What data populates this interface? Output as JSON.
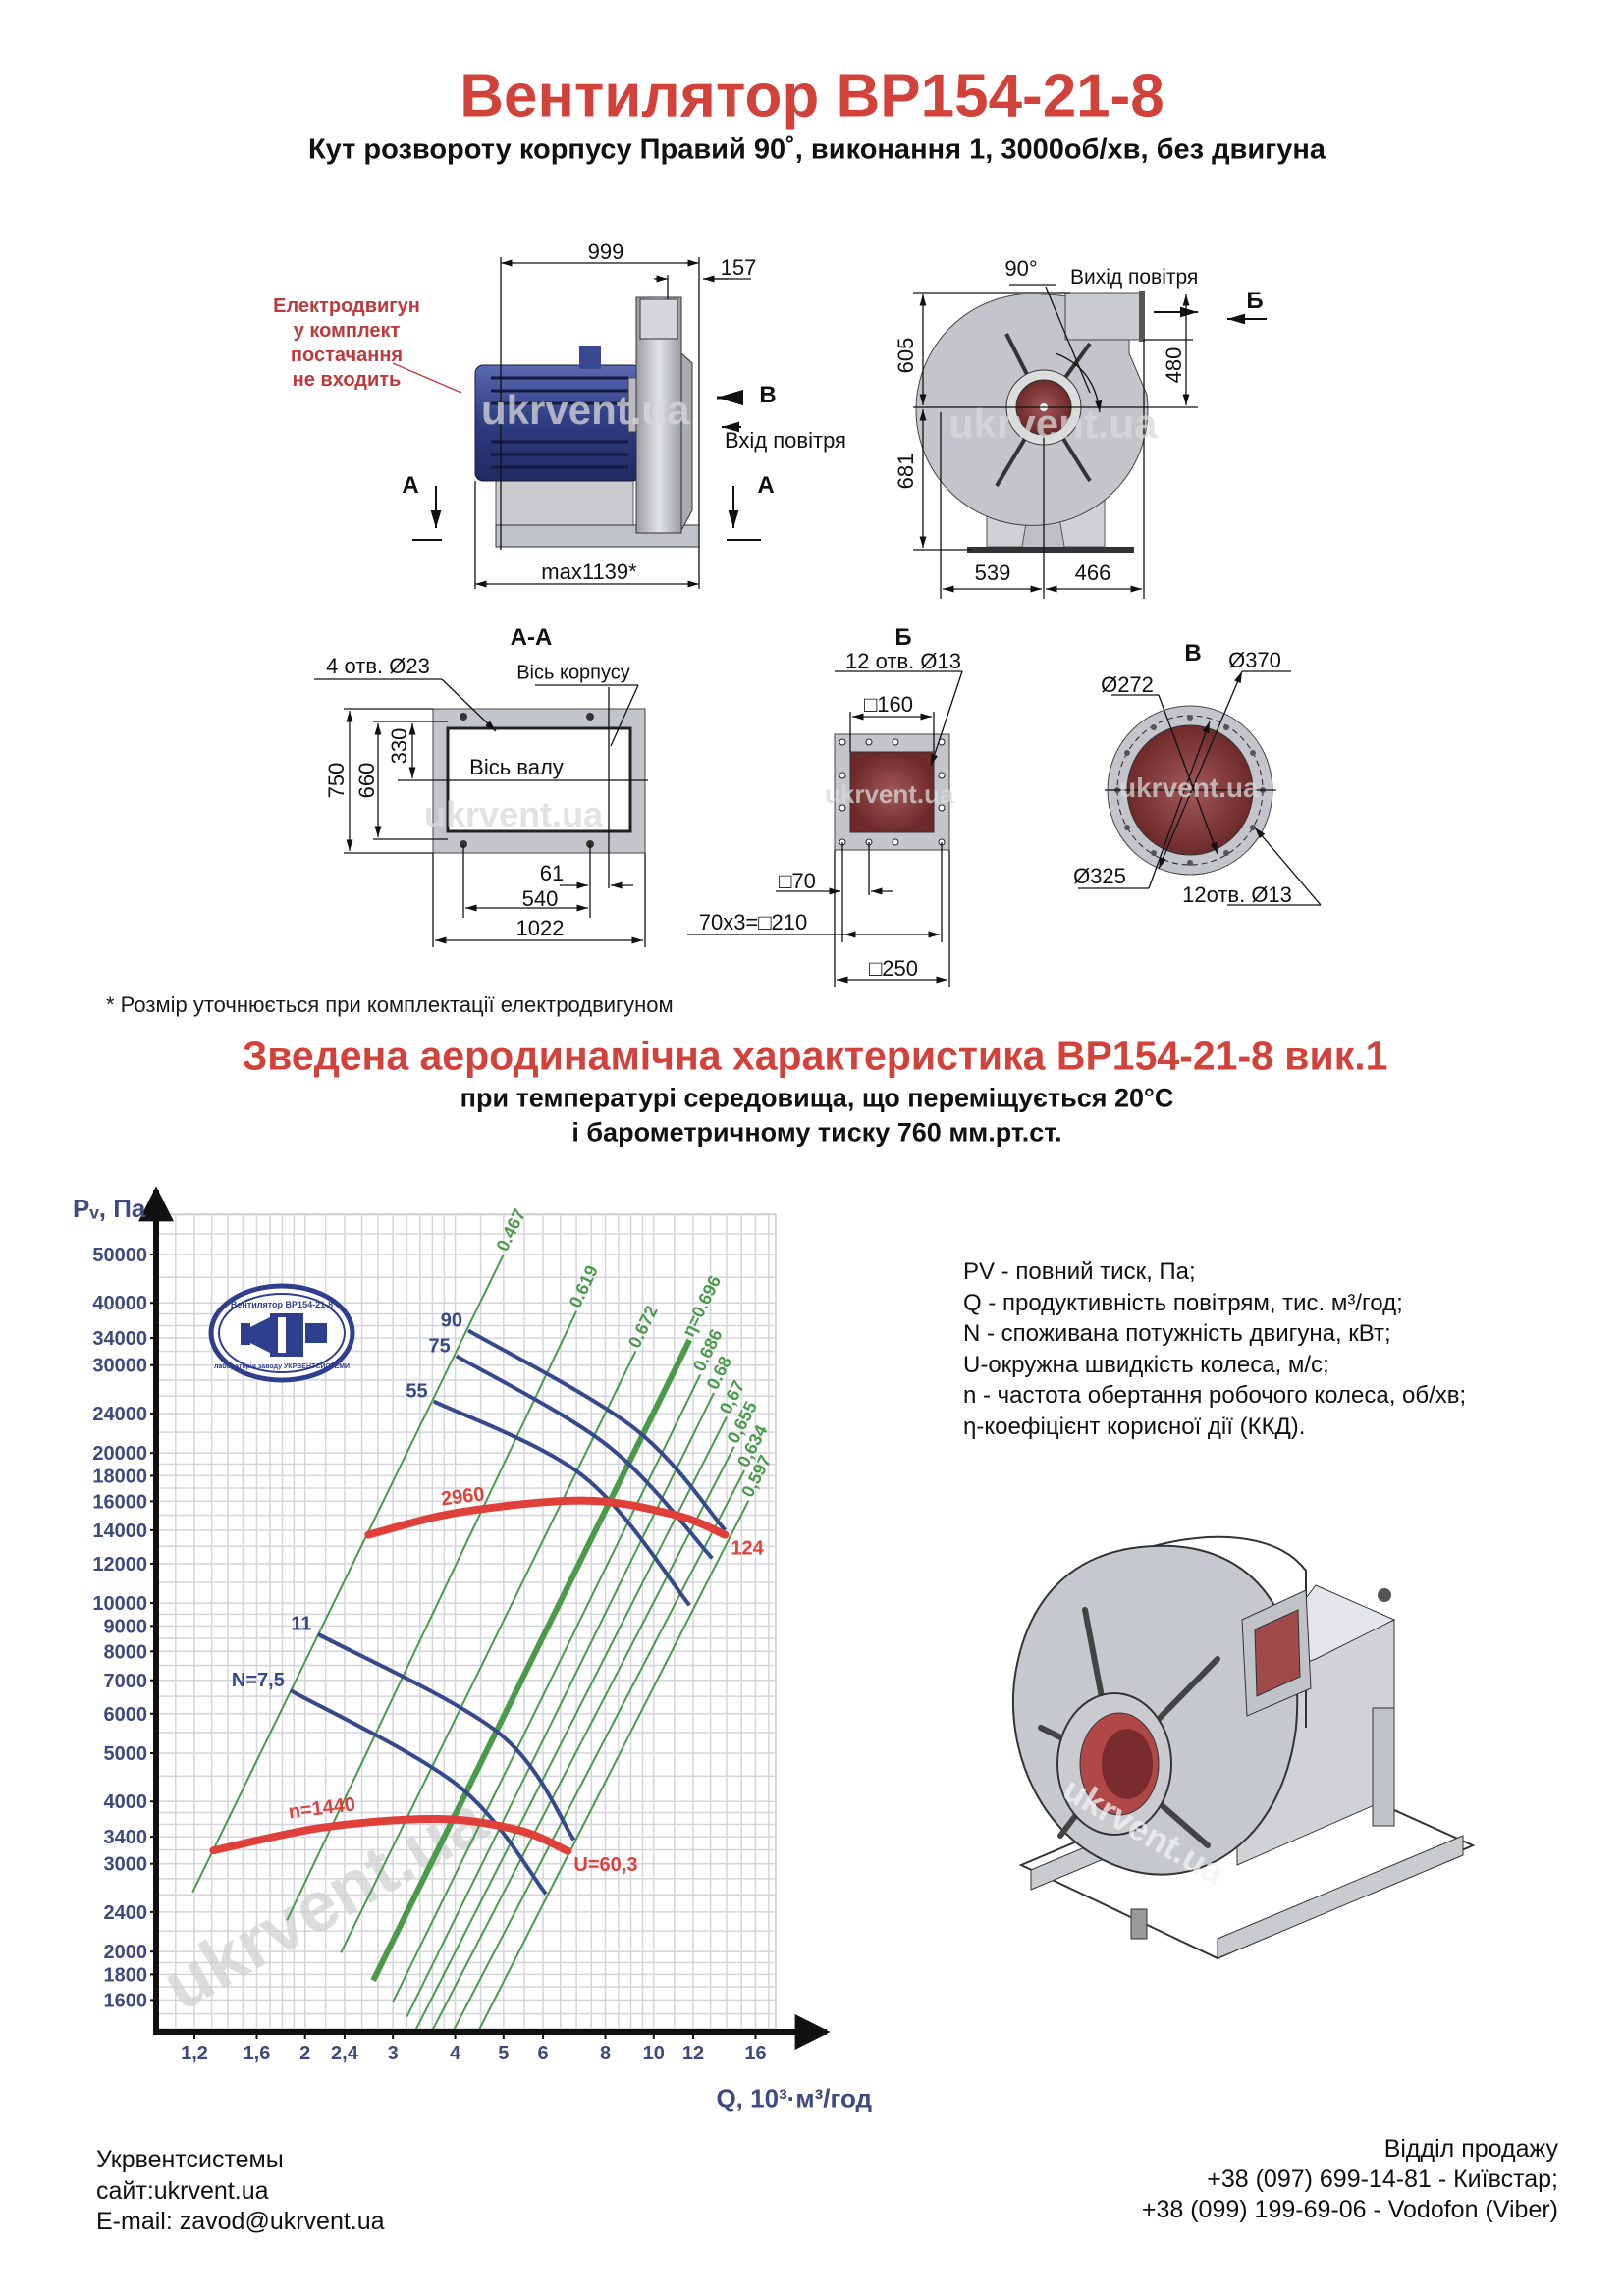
{
  "header": {
    "title": "Вентилятор ВР154-21-8",
    "subtitle": "Кут розвороту корпусу Правий 90˚, виконання 1, 3000об/хв, без двигуна"
  },
  "side_view": {
    "motor_note": [
      "Електродвигун",
      "у комплект постачання",
      "не входить"
    ],
    "dim_999": "999",
    "dim_157": "157",
    "view_b": "В",
    "air_inlet": "Вхід повітря",
    "section_a_left": "А",
    "section_a_right": "А",
    "dim_max": "max1139*",
    "watermark": "ukrvent.ua"
  },
  "front_view": {
    "angle": "90°",
    "air_outlet": "Вихід повітря",
    "view_b": "Б",
    "dim_605": "605",
    "dim_681": "681",
    "dim_480": "480",
    "dim_539": "539",
    "dim_466": "466",
    "watermark": "ukrvent.ua"
  },
  "section_aa": {
    "title": "А-А",
    "holes": "4 отв. Ø23",
    "housing_axis": "Вісь корпусу",
    "shaft_axis": "Вісь валу",
    "dim_750": "750",
    "dim_660": "660",
    "dim_330": "330",
    "dim_61": "61",
    "dim_540": "540",
    "dim_1022": "1022",
    "watermark": "ukrvent.ua"
  },
  "view_b_flange": {
    "title": "Б",
    "holes": "12 отв.  Ø13",
    "dim_160": "□160",
    "dim_70": "□70",
    "dim_210": "70x3=□210",
    "dim_250": "□250",
    "watermark": "ukrvent.ua"
  },
  "view_v_flange": {
    "title": "В",
    "dim_370": "Ø370",
    "dim_272": "Ø272",
    "dim_325": "Ø325",
    "holes": "12отв.  Ø13",
    "watermark": "ukrvent.ua"
  },
  "footnote": "* Розмір уточнюється при комплектації електродвигуном",
  "characteristic": {
    "title": "Зведена аеродинамічна характеристика ВР154-21-8 вик.1",
    "line1": "при температурі середовища, що переміщується 20°С",
    "line2": "і барометричному тиску 760 мм.рт.ст."
  },
  "legend": [
    "PV - повний тиск, Па;",
    "Q - продуктивність повітрям, тис. м³/год;",
    "N - споживана потужність двигуна, кВт;",
    "U-окружна швидкість колеса, м/с;",
    "n - частота обертання робочого колеса, об/хв;",
    "η-коефіцієнт корисної дії (ККД)."
  ],
  "stamp": {
    "top_text": "Вентилятор ВР154-21-8",
    "bottom_text": "лабораторія заводу УКРВЕНТСИСТЕМИ"
  },
  "chart_data": {
    "type": "line",
    "scale": "log-log",
    "xlabel": "Q, 10³·м³/год",
    "ylabel": "Pᵥ, Па",
    "xlim": [
      1.0,
      17.6
    ],
    "ylim": [
      1380,
      60000
    ],
    "grid": true,
    "watermark": "ukrvent.ua",
    "x_ticks": [
      {
        "v": 1.2,
        "t": "1,2"
      },
      {
        "v": 1.6,
        "t": "1,6"
      },
      {
        "v": 2,
        "t": "2"
      },
      {
        "v": 2.4,
        "t": "2,4"
      },
      {
        "v": 3,
        "t": "3"
      },
      {
        "v": 4,
        "t": "4"
      },
      {
        "v": 5,
        "t": "5"
      },
      {
        "v": 6,
        "t": "6"
      },
      {
        "v": 8,
        "t": "8"
      },
      {
        "v": 10,
        "t": "10"
      },
      {
        "v": 12,
        "t": "12"
      },
      {
        "v": 16,
        "t": "16"
      }
    ],
    "y_ticks": [
      50000,
      40000,
      34000,
      30000,
      24000,
      20000,
      18000,
      16000,
      14000,
      12000,
      10000,
      9000,
      8000,
      7000,
      6000,
      5000,
      4000,
      3400,
      3000,
      2400,
      2000,
      1800,
      1600
    ],
    "speed_curves": [
      {
        "name": "n=2960",
        "label": "2960",
        "end_label": "124",
        "label_at": [
          3.76,
          15700
        ],
        "points": [
          [
            2.68,
            13700
          ],
          [
            4.07,
            15200
          ],
          [
            7.3,
            16050
          ],
          [
            11.1,
            15000
          ],
          [
            13.9,
            13700
          ]
        ]
      },
      {
        "name": "n=1440",
        "label": "n=1440",
        "end_label": "U=60,3",
        "label_at": [
          1.86,
          3700
        ],
        "points": [
          [
            1.31,
            3190
          ],
          [
            2.18,
            3550
          ],
          [
            3.71,
            3690
          ],
          [
            5.38,
            3500
          ],
          [
            6.73,
            3180
          ]
        ]
      }
    ],
    "power_curves": [
      {
        "label": "90",
        "points": [
          [
            4.25,
            35200
          ],
          [
            9.15,
            22400
          ],
          [
            13.9,
            14000
          ]
        ]
      },
      {
        "label": "75",
        "points": [
          [
            4.02,
            31300
          ],
          [
            8.13,
            20600
          ],
          [
            13.1,
            12300
          ]
        ]
      },
      {
        "label": "55",
        "points": [
          [
            3.62,
            25400
          ],
          [
            7.26,
            17900
          ],
          [
            11.8,
            9900
          ]
        ]
      },
      {
        "label": "11",
        "points": [
          [
            2.12,
            8670
          ],
          [
            4.9,
            5480
          ],
          [
            6.92,
            3350
          ]
        ]
      },
      {
        "label": "N=7,5",
        "points": [
          [
            1.87,
            6680
          ],
          [
            4.06,
            4300
          ],
          [
            6.08,
            2610
          ]
        ]
      }
    ],
    "efficiency_lines": [
      {
        "label": "0.467",
        "from": [
          1.19,
          2630
        ],
        "to": [
          5.0,
          50000
        ],
        "thick": false
      },
      {
        "label": "0.619",
        "from": [
          1.84,
          2310
        ],
        "to": [
          7.0,
          38500
        ],
        "thick": false
      },
      {
        "label": "0.672",
        "from": [
          2.36,
          1990
        ],
        "to": [
          9.2,
          32000
        ],
        "thick": false
      },
      {
        "label": "η=0.696",
        "from": [
          2.74,
          1750
        ],
        "to": [
          11.8,
          33700
        ],
        "thick": true
      },
      {
        "label": "0.686",
        "from": [
          3.0,
          1585
        ],
        "to": [
          12.4,
          28700
        ],
        "thick": false
      },
      {
        "label": "0.68",
        "from": [
          3.2,
          1480
        ],
        "to": [
          13.2,
          26400
        ],
        "thick": false
      },
      {
        "label": "0,67",
        "from": [
          3.33,
          1390
        ],
        "to": [
          14.0,
          23600
        ],
        "thick": false
      },
      {
        "label": "0,655",
        "from": [
          3.6,
          1390
        ],
        "to": [
          14.5,
          20600
        ],
        "thick": false
      },
      {
        "label": "0,634",
        "from": [
          3.97,
          1390
        ],
        "to": [
          15.2,
          18450
        ],
        "thick": false
      },
      {
        "label": "0,597",
        "from": [
          4.46,
          1390
        ],
        "to": [
          15.5,
          16060
        ],
        "thick": false
      }
    ],
    "colors": {
      "power": "#344a8a",
      "speed": "#e0403a",
      "efficiency": "#4a9a4a",
      "axis": "#3d4b7e",
      "grid": "#d4d6dc"
    }
  },
  "fan_3d": {
    "watermark": "ukrvent.ua"
  },
  "footer": {
    "company": "Укрвентсистемы",
    "site": "сайт:ukrvent.ua",
    "email": "E-mail: zavod@ukrvent.ua",
    "sales_title": "Відділ продажу",
    "phone1": "+38 (097) 699-14-81 - Київстар;",
    "phone2": "+38 (099) 199-69-06 - Vodofon (Viber)"
  }
}
